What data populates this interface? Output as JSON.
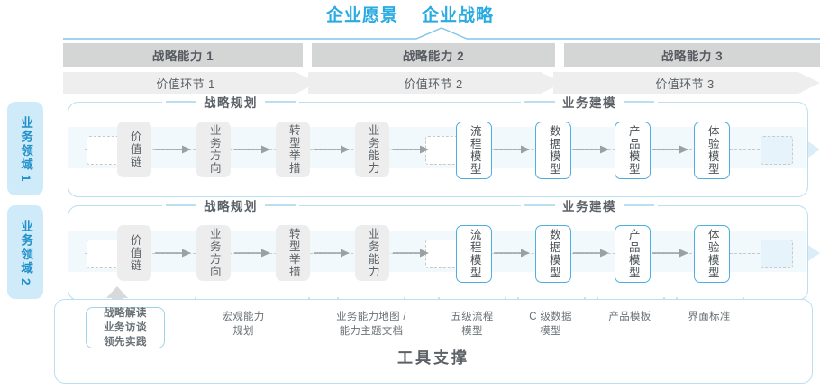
{
  "header": {
    "vision": "企业愿景",
    "strategy": "企业战略"
  },
  "capabilities": [
    {
      "label": "战略能力 1"
    },
    {
      "label": "战略能力 2"
    },
    {
      "label": "战略能力 3"
    }
  ],
  "value_chain": [
    {
      "label": "价值环节 1"
    },
    {
      "label": "价值环节 2"
    },
    {
      "label": "价值环节 3"
    }
  ],
  "domains": [
    {
      "text": "业务领域",
      "num": "1"
    },
    {
      "text": "业务领域",
      "num": "2"
    }
  ],
  "sections": {
    "planning": "战略规划",
    "modeling": "业务建模"
  },
  "nodes": {
    "planning": [
      {
        "label": "价值链",
        "style": "gray"
      },
      {
        "label": "业务方向",
        "style": "gray"
      },
      {
        "label": "转型举措",
        "style": "gray"
      },
      {
        "label": "业务能力",
        "style": "gray"
      }
    ],
    "modeling": [
      {
        "label": "流程模型",
        "style": "blue"
      },
      {
        "label": "数据模型",
        "style": "blue"
      },
      {
        "label": "产品模型",
        "style": "blue"
      },
      {
        "label": "体验模型",
        "style": "blue"
      }
    ]
  },
  "tools": {
    "title": "工具支撑",
    "highlight_box": "战略解读\n业务访谈\n领先实践",
    "highlight_lines": [
      "战略解读",
      "业务访谈",
      "领先实践"
    ],
    "labels": [
      {
        "lines": [
          "宏观能力",
          "规划"
        ]
      },
      {
        "lines": [
          "业务能力地图 /",
          "能力主题文档"
        ]
      },
      {
        "lines": [
          "五级流程",
          "模型"
        ]
      },
      {
        "lines": [
          "C 级数据",
          "模型"
        ]
      },
      {
        "lines": [
          "产品模板"
        ]
      },
      {
        "lines": [
          "界面标准"
        ]
      }
    ]
  },
  "colors": {
    "accent_blue": "#29abe2",
    "node_blue": "#4eaede",
    "bar_dark": "#d4d5d5",
    "bar_light": "#eeeeee",
    "panel_border": "#b9dff1",
    "band": "#f2f9fd",
    "text_gray": "#5b6166"
  }
}
